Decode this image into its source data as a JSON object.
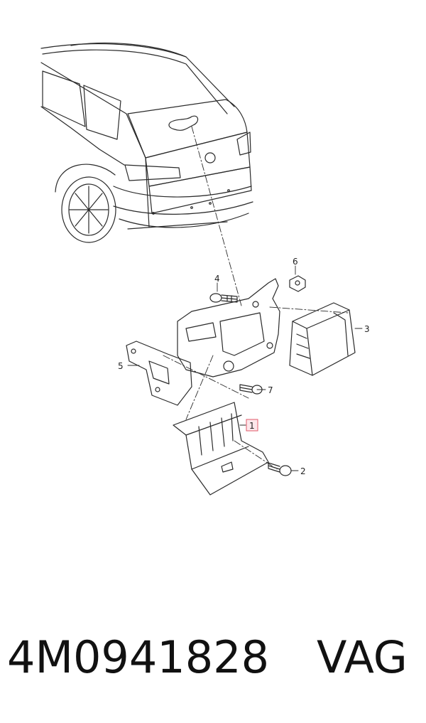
{
  "diagram": {
    "callouts": {
      "c1": "1",
      "c2": "2",
      "c3": "3",
      "c4": "4",
      "c5": "5",
      "c6": "6",
      "c7": "7"
    },
    "colors": {
      "line": "#2a2a2a",
      "highlight": "#e05a6a",
      "highlight_fill": "#fde6ea"
    }
  },
  "footer": {
    "part_number": "4M0941828",
    "brand": "VAG"
  }
}
